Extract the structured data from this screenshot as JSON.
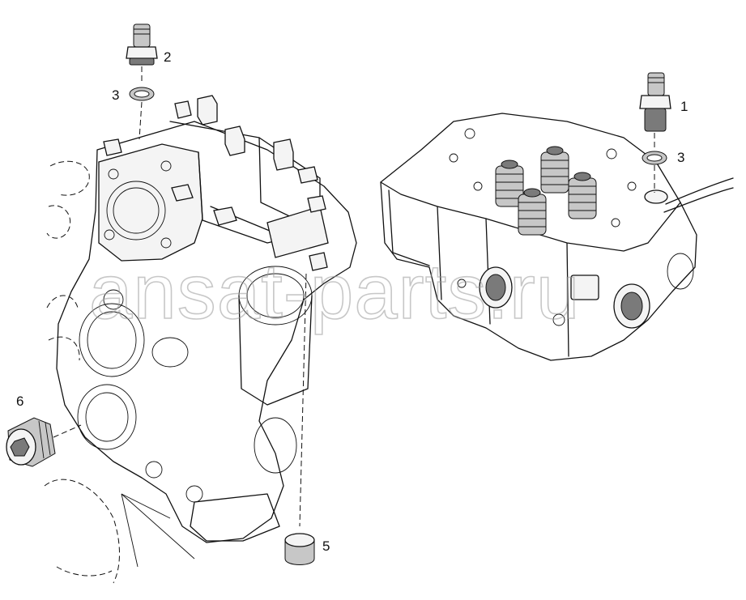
{
  "callouts": [
    {
      "id": "1",
      "label": "1"
    },
    {
      "id": "2",
      "label": "2"
    },
    {
      "id": "3a",
      "label": "3"
    },
    {
      "id": "3b",
      "label": "3"
    },
    {
      "id": "5",
      "label": "5"
    },
    {
      "id": "6",
      "label": "6"
    }
  ],
  "watermark": "ansat-parts.ru"
}
